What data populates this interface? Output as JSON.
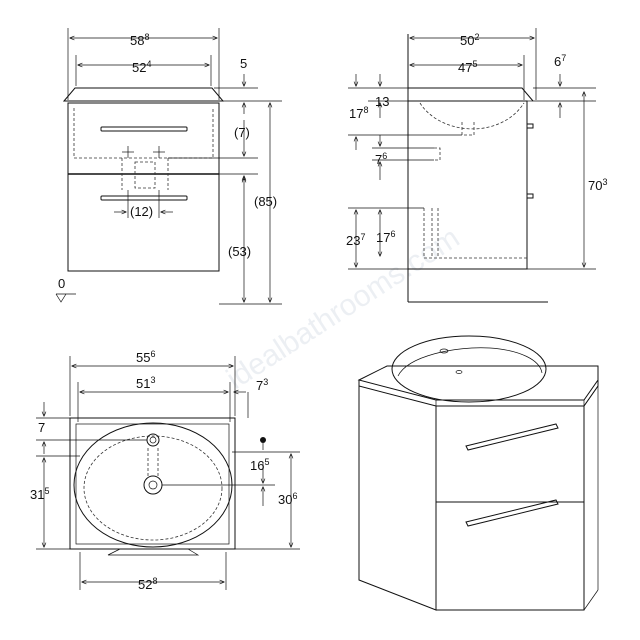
{
  "watermark": "idealbathrooms.com",
  "front_view": {
    "overall_width": {
      "main": "58",
      "sup": "8"
    },
    "inner_width": {
      "main": "52",
      "sup": "4"
    },
    "basin_top": "5",
    "drawer_gap": "(7)",
    "handle_offset": "(12)",
    "lower_height": "(53)",
    "total_height": "(85)",
    "floor_level": "0"
  },
  "side_view": {
    "depth": {
      "main": "50",
      "sup": "2"
    },
    "inner_depth": {
      "main": "47",
      "sup": "5"
    },
    "overhang": {
      "main": "6",
      "sup": "7"
    },
    "rim": "13",
    "waste_top": {
      "main": "17",
      "sup": "8"
    },
    "waste_step": {
      "main": "7",
      "sup": "6"
    },
    "trap_height": {
      "main": "17",
      "sup": "6"
    },
    "trap_floor": {
      "main": "23",
      "sup": "7"
    },
    "cabinet_height": {
      "main": "70",
      "sup": "3"
    }
  },
  "plan_view": {
    "top_width": {
      "main": "55",
      "sup": "6"
    },
    "mid_width": {
      "main": "51",
      "sup": "3"
    },
    "edge_offset": {
      "main": "7",
      "sup": "3"
    },
    "tap_offset": "7",
    "waste_offset": {
      "main": "16",
      "sup": "5"
    },
    "left_depth": {
      "main": "31",
      "sup": "5"
    },
    "right_depth": {
      "main": "30",
      "sup": "6"
    },
    "bottom_width": {
      "main": "52",
      "sup": "8"
    }
  }
}
